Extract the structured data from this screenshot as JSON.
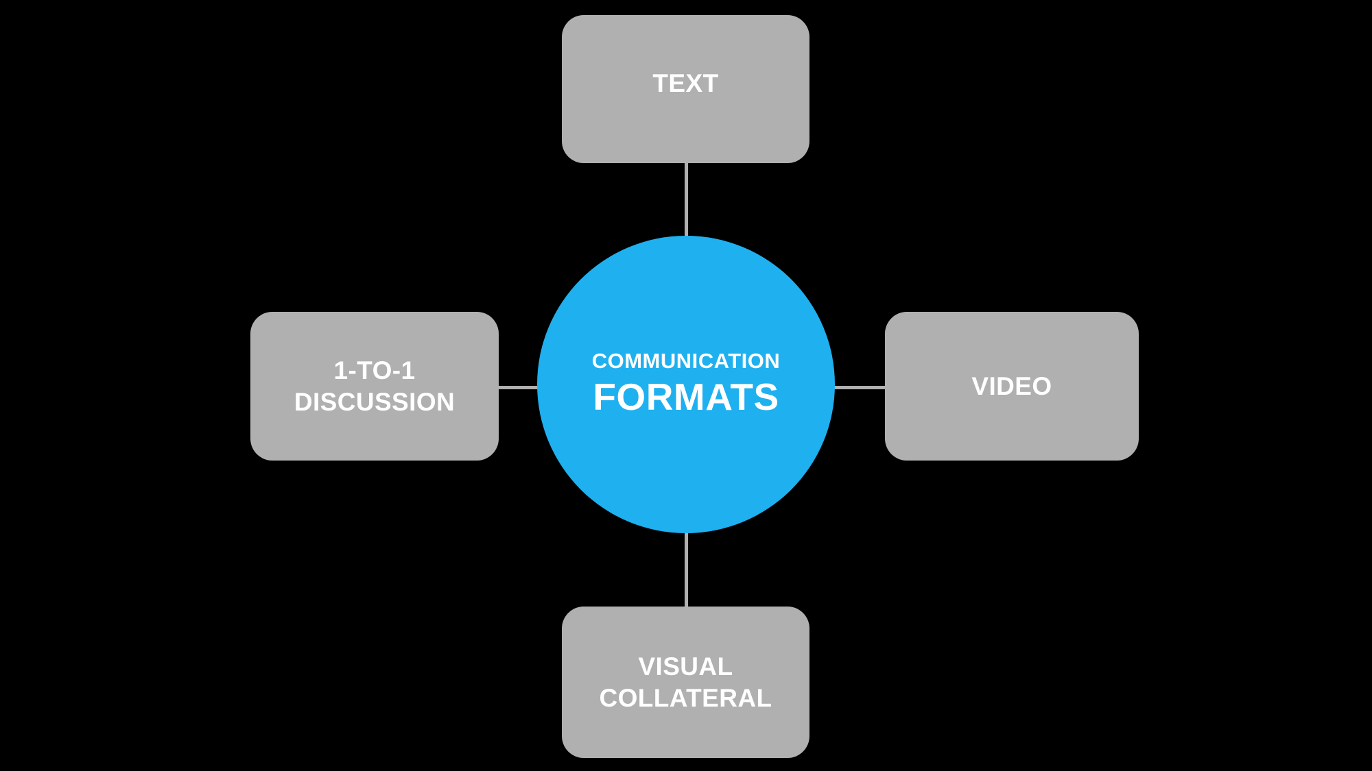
{
  "diagram": {
    "type": "hub-and-spoke",
    "background_color": "#000000",
    "hub": {
      "icon": "circle-hub",
      "line_top": "COMMUNICATION",
      "line_main": "FORMATS",
      "color": "#1fb0ef",
      "text_color": "#ffffff"
    },
    "spoke_color": "#b0b0b0",
    "node_color": "#b0b0b0",
    "node_text_color": "#ffffff",
    "nodes": [
      {
        "id": "text",
        "position": "top",
        "label": "TEXT"
      },
      {
        "id": "video",
        "position": "right",
        "label": "VIDEO"
      },
      {
        "id": "visual",
        "position": "bottom",
        "label": "VISUAL\nCOLLATERAL"
      },
      {
        "id": "discussion",
        "position": "left",
        "label": "1-TO-1\nDISCUSSION"
      }
    ]
  }
}
